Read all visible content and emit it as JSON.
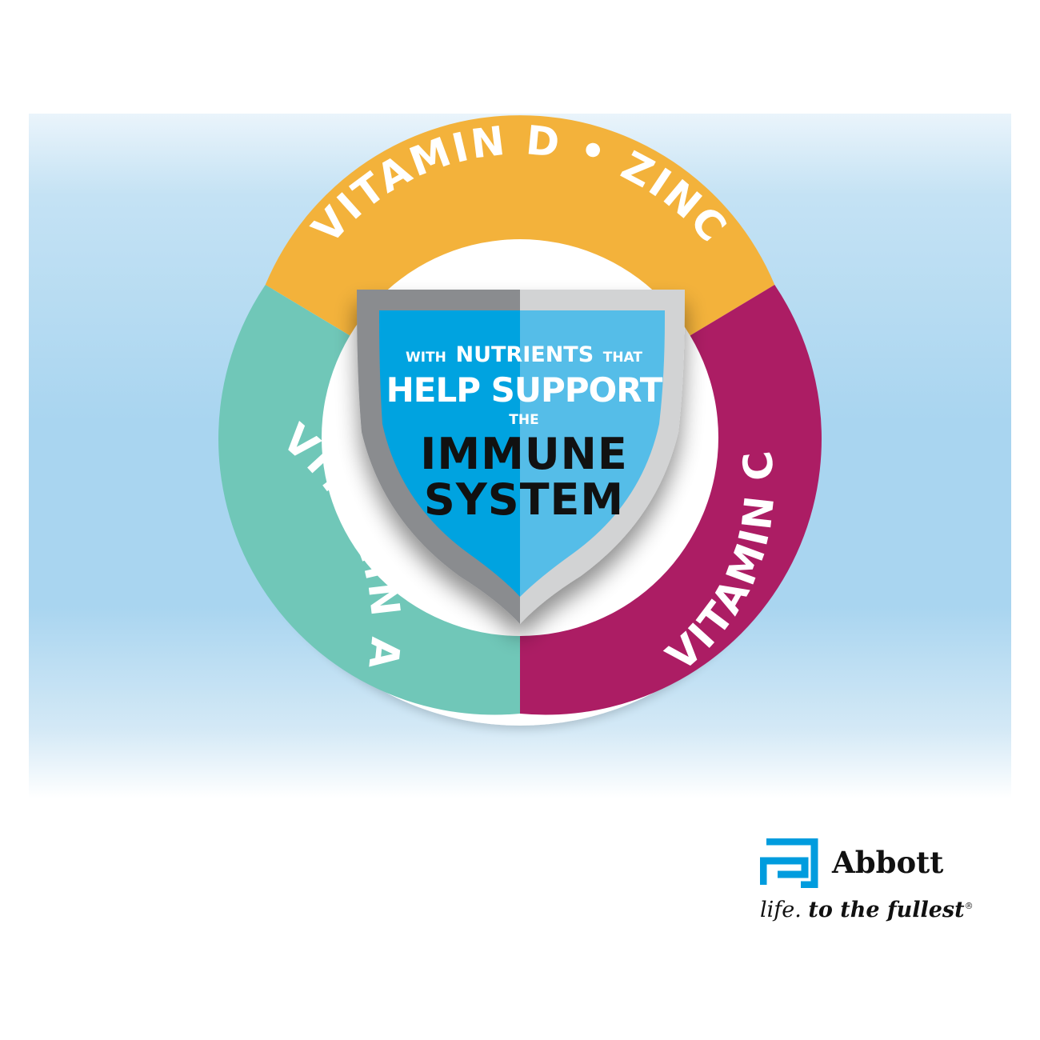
{
  "colors": {
    "background_panel": "#a9d5f0",
    "ring_outline": "#ffffff",
    "segment_top": "#f3b23b",
    "segment_left": "#70c7b8",
    "segment_right": "#ac1d64",
    "shield_left": "#00a3e0",
    "shield_right": "#55bde8",
    "shield_frame_left": "#8a8c8f",
    "shield_frame_right": "#d2d3d4",
    "brand_blue": "#009cde"
  },
  "ring_segments": {
    "top_label": "VITAMIN D • ZINC",
    "left_label": "VITAMIN A",
    "right_label": "VITAMIN C"
  },
  "shield": {
    "line1_small_a": "WITH",
    "line1_big": "NUTRIENTS",
    "line1_small_b": "THAT",
    "line2": "HELP SUPPORT",
    "line3": "THE",
    "line4": "IMMUNE",
    "line5": "SYSTEM"
  },
  "brand": {
    "logo_icon": "abbott-logo-icon",
    "name": "Abbott",
    "tagline_part1": "life.",
    "tagline_part2": "to the fullest",
    "registered": "®"
  }
}
